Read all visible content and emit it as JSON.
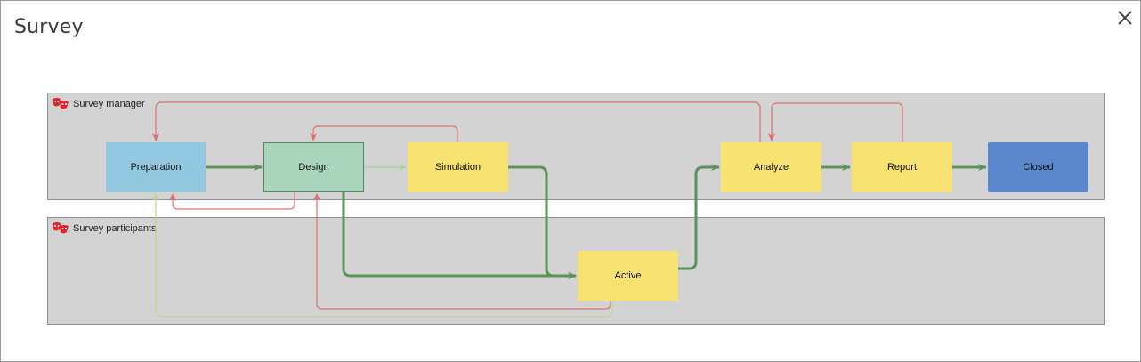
{
  "dialog": {
    "title": "Survey",
    "close_icon": "close-icon"
  },
  "lanes": {
    "manager": {
      "label": "Survey manager",
      "icon": "theater-masks-icon"
    },
    "participants": {
      "label": "Survey participants",
      "icon": "theater-masks-icon"
    }
  },
  "nodes": {
    "preparation": {
      "label": "Preparation",
      "color": "#92c9e0"
    },
    "design": {
      "label": "Design",
      "color": "#a8d5bb",
      "border": "#4e8a5e"
    },
    "simulation": {
      "label": "Simulation",
      "color": "#f8e272"
    },
    "active": {
      "label": "Active",
      "color": "#f8e272"
    },
    "analyze": {
      "label": "Analyze",
      "color": "#f8e272"
    },
    "report": {
      "label": "Report",
      "color": "#f8e272"
    },
    "closed": {
      "label": "Closed",
      "color": "#5b88cc"
    }
  },
  "connections": [
    {
      "from": "Preparation",
      "to": "Design",
      "kind": "forward"
    },
    {
      "from": "Design",
      "to": "Simulation",
      "kind": "light-forward"
    },
    {
      "from": "Design",
      "to": "Active",
      "kind": "forward"
    },
    {
      "from": "Simulation",
      "to": "Active",
      "kind": "forward"
    },
    {
      "from": "Active",
      "to": "Analyze",
      "kind": "forward"
    },
    {
      "from": "Analyze",
      "to": "Report",
      "kind": "forward"
    },
    {
      "from": "Report",
      "to": "Closed",
      "kind": "forward"
    },
    {
      "from": "Design",
      "to": "Preparation",
      "kind": "back"
    },
    {
      "from": "Simulation",
      "to": "Design",
      "kind": "back"
    },
    {
      "from": "Analyze",
      "to": "Preparation",
      "kind": "back"
    },
    {
      "from": "Report",
      "to": "Analyze",
      "kind": "back"
    },
    {
      "from": "Active",
      "to": "Design",
      "kind": "back"
    },
    {
      "from": "Active",
      "to": "Preparation",
      "kind": "light-back"
    }
  ],
  "colors": {
    "forward": "#5a9357",
    "light_forward": "#a9d18e",
    "back": "#e07070",
    "light_back": "#b9d98a",
    "lane_bg": "#d3d3d3"
  }
}
